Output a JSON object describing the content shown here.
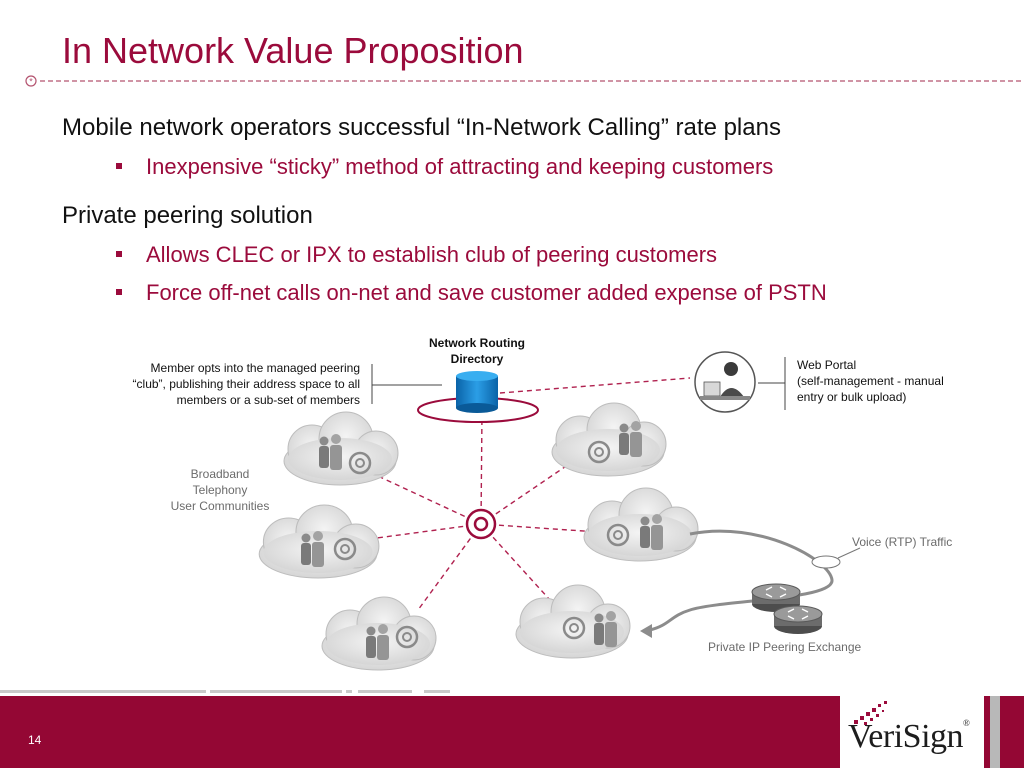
{
  "slide": {
    "title": "In Network Value Proposition",
    "page_number": "14"
  },
  "bullets": [
    {
      "text": "Mobile network operators successful “In-Network Calling” rate plans",
      "sub": [
        "Inexpensive “sticky” method of attracting and keeping customers"
      ]
    },
    {
      "text": "Private peering solution",
      "sub": [
        "Allows CLEC or IPX to establish club of peering customers",
        "Force off-net calls on-net and save customer added expense of PSTN"
      ]
    }
  ],
  "diagram": {
    "directory_label_line1": "Network Routing",
    "directory_label_line2": "Directory",
    "member_note_line1": "Member opts into the managed peering",
    "member_note_line2": "“club”, publishing their address space to all",
    "member_note_line3": "members or a sub-set of members",
    "portal_line1": "Web Portal",
    "portal_line2": "(self-management - manual",
    "portal_line3": "entry or bulk upload)",
    "communities_line1": "Broadband",
    "communities_line2": "Telephony",
    "communities_line3": "User Communities",
    "voice_label": "Voice (RTP) Traffic",
    "exchange_label": "Private IP Peering Exchange"
  },
  "brand": {
    "logo_text_a": "V",
    "logo_text_b": "eriSign",
    "registered": "®"
  },
  "colors": {
    "accent": "#9b0b3c",
    "footer": "#940734"
  }
}
